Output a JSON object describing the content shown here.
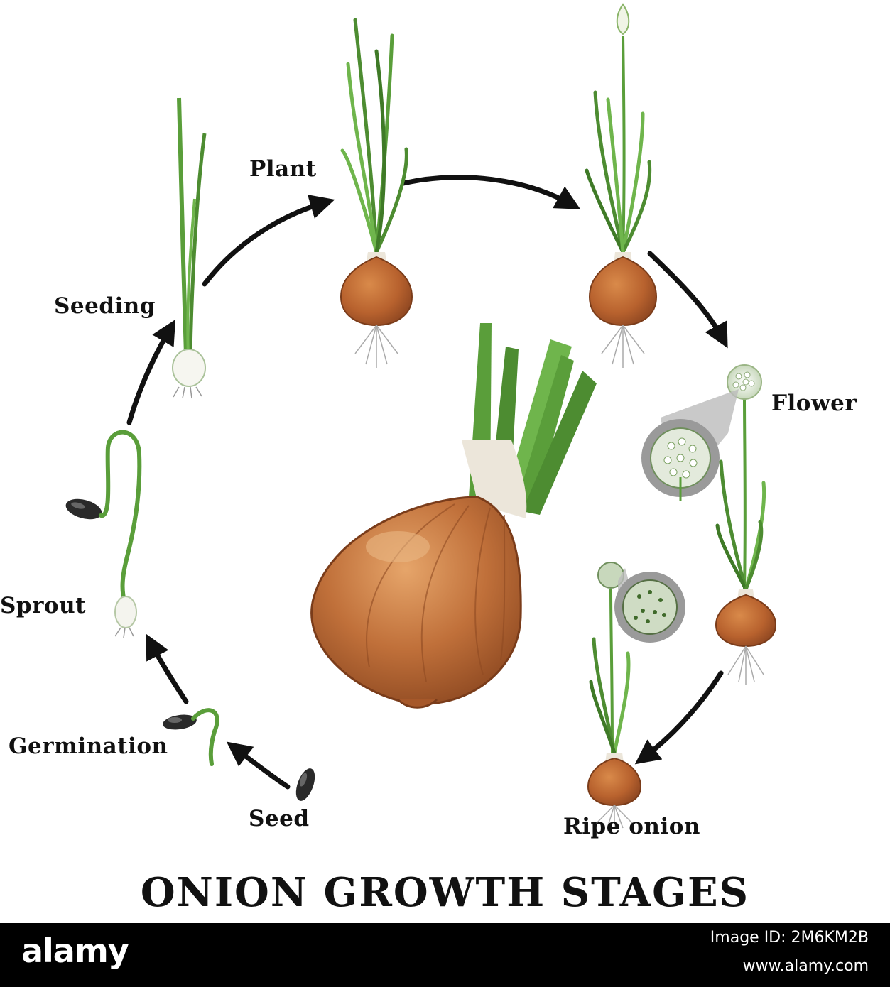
{
  "diagram": {
    "title": "ONION GROWTH STAGES",
    "stages": {
      "seed": "Seed",
      "germination": "Germination",
      "sprout": "Sprout",
      "seeding": "Seeding",
      "plant": "Plant",
      "flower": "Flower",
      "ripe_onion": "Ripe onion"
    }
  },
  "colors": {
    "leaf": "#5a9e3a",
    "bulb": "#b8622e",
    "arrow": "#111111"
  },
  "footer": {
    "brand": "alamy",
    "image_id": "Image ID: 2M6KM2B",
    "site": "www.alamy.com"
  }
}
